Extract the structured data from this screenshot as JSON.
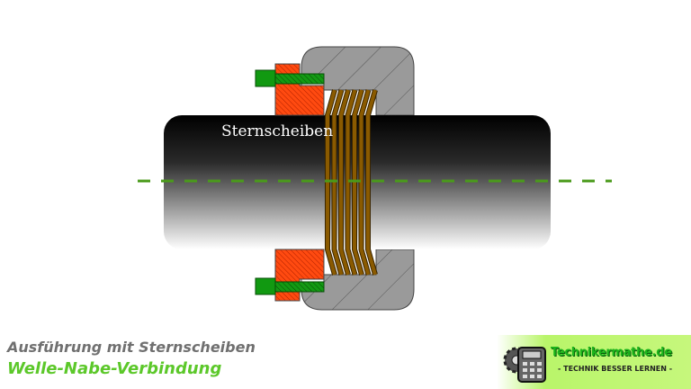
{
  "diagram": {
    "label": "Sternscheiben",
    "colors": {
      "shaft_top": "#000000",
      "shaft_bottom": "#ffffff",
      "hub": "#9a9a9a",
      "pressure_ring": "#ff4a10",
      "bolt": "#119911",
      "discs": "#8a5a00",
      "centerline": "#4a9a1a"
    }
  },
  "caption": {
    "subtitle": "Ausführung mit Sternscheiben",
    "title": "Welle-Nabe-Verbindung"
  },
  "logo": {
    "name": "Technikermathe.de",
    "tagline": "- TECHNIK BESSER LERNEN -",
    "icon": "calculator-gear-icon"
  }
}
